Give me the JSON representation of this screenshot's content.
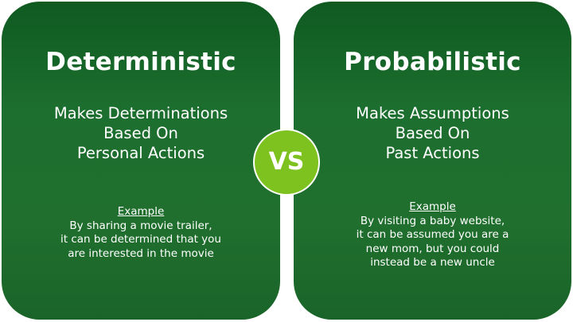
{
  "left": {
    "title": "Deterministic",
    "description": [
      "Makes Determinations",
      "Based On",
      "Personal Actions"
    ],
    "example_label": "Example",
    "example_lines": [
      "By sharing a movie trailer,",
      "it can be determined that you",
      "are interested in the movie"
    ]
  },
  "right": {
    "title": "Probabilistic",
    "description": [
      "Makes Assumptions",
      "Based On",
      "Past Actions"
    ],
    "example_label": "Example",
    "example_lines": [
      "By visiting a baby website,",
      "it can be assumed you are a",
      "new mom, but you could",
      "instead be a new uncle"
    ]
  },
  "vs_label": "VS",
  "colors": {
    "panel_green": "#1d6f2f",
    "vs_green": "#7ec21f",
    "text": "#ffffff"
  }
}
